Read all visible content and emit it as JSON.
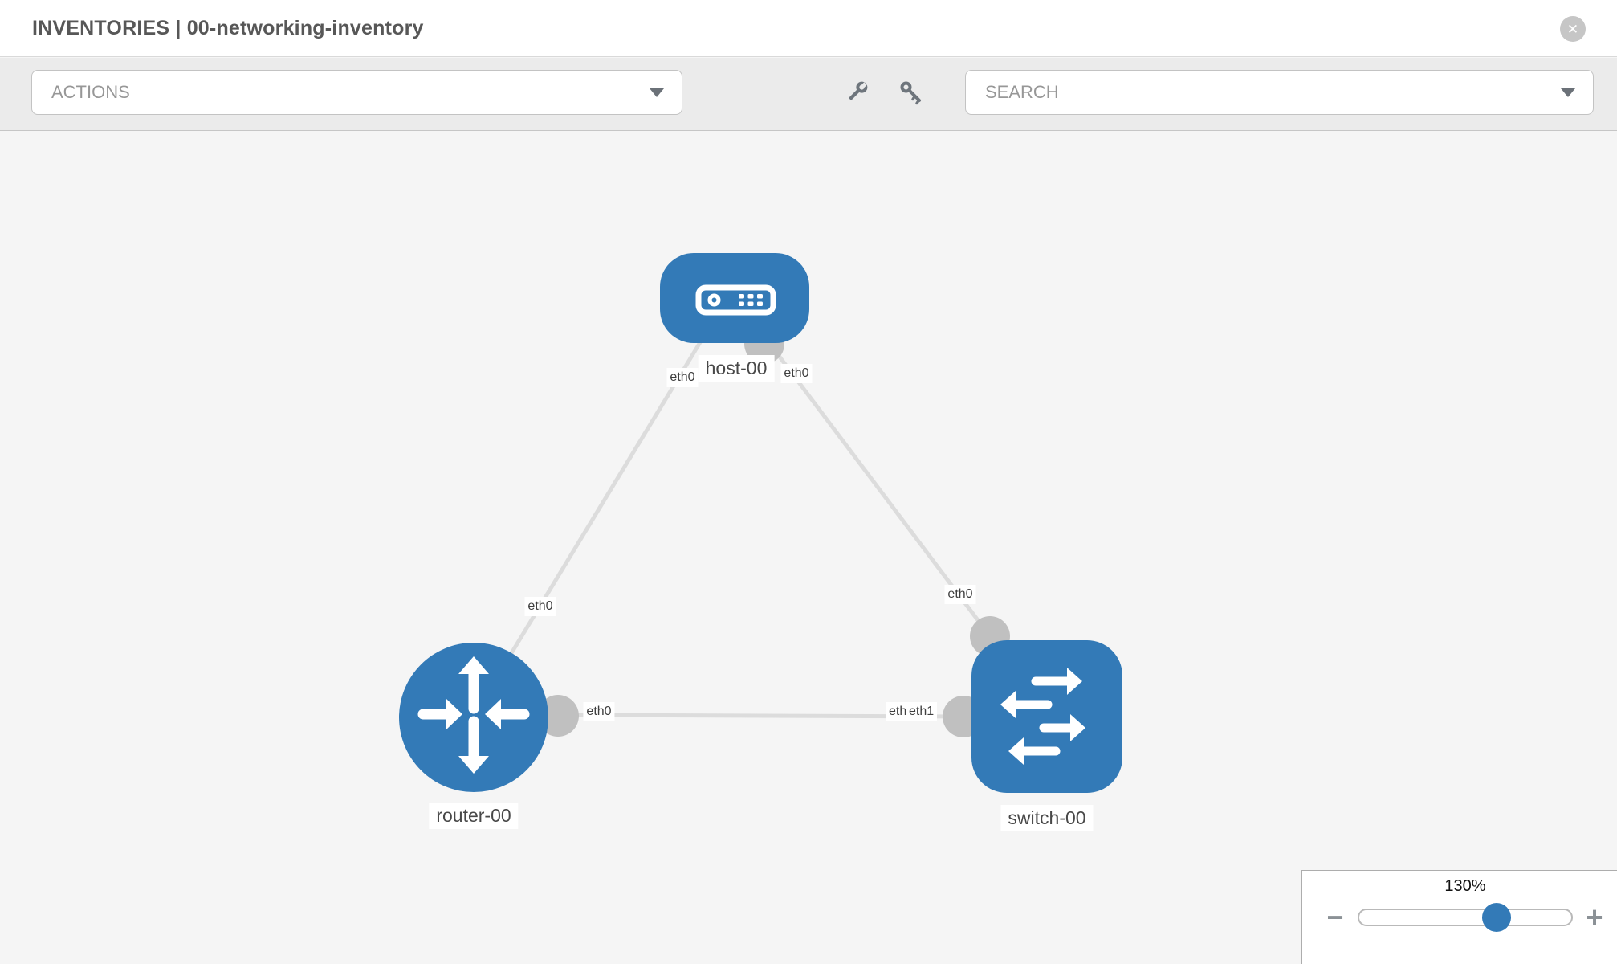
{
  "header": {
    "title": "INVENTORIES | 00-networking-inventory",
    "close_glyph": "✕"
  },
  "toolbar": {
    "actions_label": "ACTIONS",
    "search_label": "SEARCH"
  },
  "topology": {
    "nodes": [
      {
        "label": "host-00",
        "type": "host"
      },
      {
        "label": "router-00",
        "type": "router"
      },
      {
        "label": "switch-00",
        "type": "switch"
      }
    ],
    "edge_labels": {
      "host_left": "eth0",
      "host_right": "eth0",
      "router_uplink": "eth0",
      "switch_uplink": "eth0",
      "router_lan": "eth0",
      "switch_lan_hidden": "eth0",
      "switch_lan": "eth1"
    },
    "colors": {
      "node_blue": "#337ab7",
      "edge_gray": "#dcdcdc",
      "connector_gray": "#c0c0c0",
      "canvas_bg": "#f5f5f5"
    }
  },
  "zoom_control": {
    "level": "130%",
    "minus_glyph": "−",
    "plus_glyph": "+"
  }
}
